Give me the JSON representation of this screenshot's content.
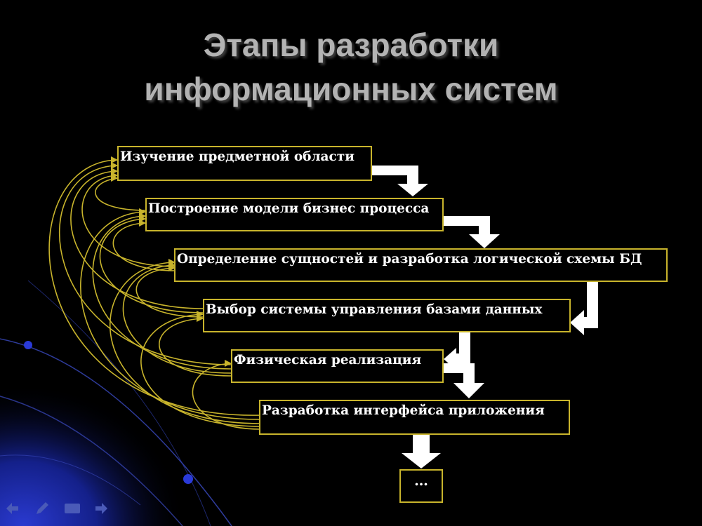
{
  "slide": {
    "title_line_1": "Этапы разработки",
    "title_line_2": "информационных систем"
  },
  "stages": [
    {
      "label": "Изучение предметной области"
    },
    {
      "label": "Построение модели бизнес процесса"
    },
    {
      "label": "Определение сущностей и разработка логической схемы БД"
    },
    {
      "label": "Выбор системы управления базами данных"
    },
    {
      "label": "Физическая реализация"
    },
    {
      "label": "Разработка интерфейса приложения"
    }
  ],
  "continuation": {
    "label": "…"
  },
  "colors": {
    "background": "#000000",
    "title": "#b3b3b3",
    "box_border": "#c8b42c",
    "feedback_arrows": "#c8b42c",
    "flow_arrows": "#ffffff",
    "decor_blue": "#1a2a9a"
  },
  "nav_icons": [
    "back-arrow-icon",
    "pen-icon",
    "menu-icon",
    "forward-arrow-icon"
  ]
}
